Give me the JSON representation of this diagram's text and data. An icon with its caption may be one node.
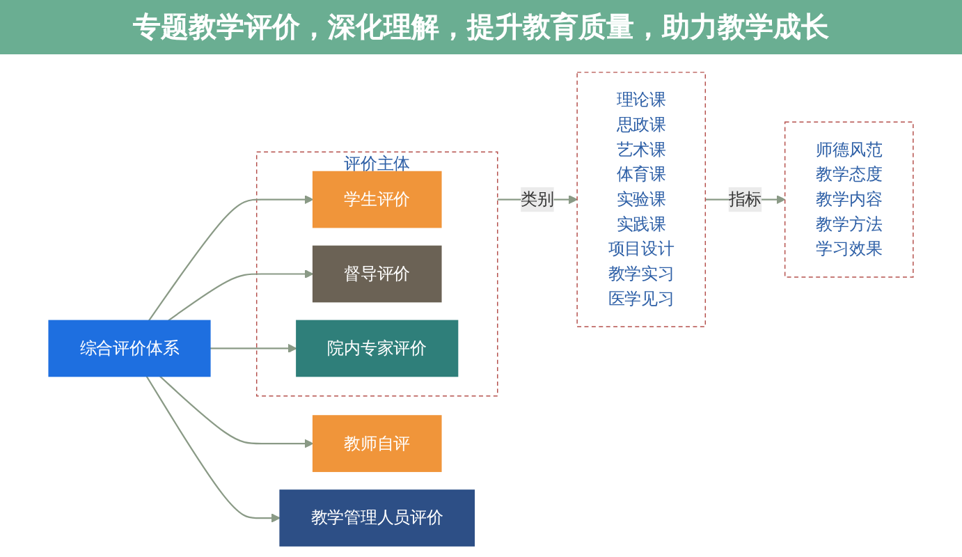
{
  "diagram": {
    "title": "专题教学评价，深化理解，提升教育质量，助力教学成长",
    "nodes": [
      {
        "text": [
          "综合评价体系"
        ]
      },
      {
        "text": [
          "评价主体"
        ]
      },
      {
        "text": [
          "学生评价"
        ],
        "in": 1
      },
      {
        "text": [
          "督导评价"
        ],
        "in": 1
      },
      {
        "text": [
          "院内专家评价"
        ],
        "in": 1
      },
      {
        "text": [
          "教师自评"
        ]
      },
      {
        "text": [
          "教学管理人员评价"
        ]
      },
      {
        "text": [
          "理论课",
          "思政课",
          "艺术课",
          "体育课",
          "实验课",
          "实践课",
          "项目设计",
          "教学实习",
          "医学见习"
        ]
      },
      {
        "text": [
          "师德风范",
          "教学态度",
          "教学内容",
          "教学方法",
          "学习效果"
        ]
      }
    ],
    "edges": [
      {
        "from": 0,
        "to": 2,
        "arrow": "to"
      },
      {
        "from": 0,
        "to": 3,
        "arrow": "to"
      },
      {
        "from": 0,
        "to": 4,
        "arrow": "to"
      },
      {
        "from": 0,
        "to": 5,
        "arrow": "to"
      },
      {
        "from": 0,
        "to": 6,
        "arrow": "to"
      },
      {
        "from": 1,
        "to": 7,
        "label": "类别",
        "arrow": "to"
      },
      {
        "from": 7,
        "to": 8,
        "label": "指标",
        "arrow": "to"
      }
    ]
  }
}
